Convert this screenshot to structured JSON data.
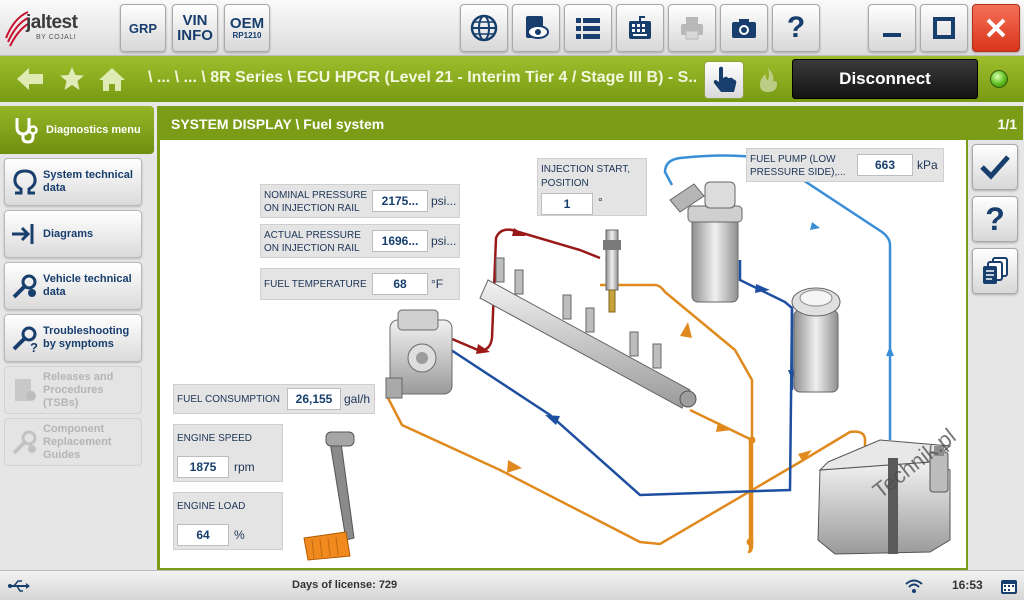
{
  "toolbar": {
    "logo_text": "jaltest",
    "logo_sub": "BY COJALI",
    "grp_label": "GRP",
    "vin_label_1": "VIN",
    "vin_label_2": "INFO",
    "oem_label_1": "OEM",
    "oem_label_2": "RP1210",
    "help_label": "?",
    "icons": [
      "globe-icon",
      "eye-icon",
      "list-icon",
      "keyboard-icon",
      "printer-icon",
      "camera-icon",
      "help-icon",
      "minimize-icon",
      "maximize-icon",
      "close-icon"
    ]
  },
  "nav": {
    "breadcrumb": "\\ ... \\ ... \\ 8R Series \\ ECU HPCR (Level 21 - Interim Tier 4 / Stage III B) - S...",
    "disconnect_label": "Disconnect",
    "status_led_color": "#5bbf1c"
  },
  "sidebar": {
    "items": [
      {
        "label": "Diagnostics menu",
        "active": true,
        "enabled": true,
        "icon": "stethoscope-icon"
      },
      {
        "label": "System technical data",
        "active": false,
        "enabled": true,
        "icon": "omega-icon"
      },
      {
        "label": "Diagrams",
        "active": false,
        "enabled": true,
        "icon": "diagram-symbol-icon"
      },
      {
        "label": "Vehicle technical data",
        "active": false,
        "enabled": true,
        "icon": "wrench-gear-icon"
      },
      {
        "label": "Troubleshooting by symptoms",
        "active": false,
        "enabled": true,
        "icon": "wrench-question-icon"
      },
      {
        "label": "Releases and Procedures (TSBs)",
        "active": false,
        "enabled": false,
        "icon": "document-gear-icon"
      },
      {
        "label": "Component Replacement Guides",
        "active": false,
        "enabled": false,
        "icon": "wrench-gear-icon"
      }
    ]
  },
  "panel": {
    "title": "SYSTEM DISPLAY \\ Fuel system",
    "page": "1/1"
  },
  "params": {
    "nominal_pressure": {
      "label_1": "NOMINAL PRESSURE",
      "label_2": "ON INJECTION RAIL",
      "value": "2175...",
      "unit": "psi..."
    },
    "actual_pressure": {
      "label_1": "ACTUAL PRESSURE",
      "label_2": "ON INJECTION RAIL",
      "value": "1696...",
      "unit": "psi..."
    },
    "fuel_temperature": {
      "label": "FUEL TEMPERATURE",
      "value": "68",
      "unit": "°F"
    },
    "injection_start": {
      "label_1": "INJECTION START,",
      "label_2": "POSITION",
      "value": "1",
      "unit": "°"
    },
    "fuel_pump": {
      "label_1": "FUEL PUMP (LOW",
      "label_2": "PRESSURE SIDE),...",
      "value": "663",
      "unit": "kPa"
    },
    "fuel_consumption": {
      "label": "FUEL CONSUMPTION",
      "value": "26,155",
      "unit": "gal/h"
    },
    "engine_speed": {
      "label": "ENGINE SPEED",
      "value": "1875",
      "unit": "rpm"
    },
    "engine_load": {
      "label": "ENGINE LOAD",
      "value": "64",
      "unit": "%"
    }
  },
  "colors": {
    "high_pressure_line": "#9a1a1a",
    "supply_line": "#1f4fa0",
    "return_line": "#e08a1e",
    "low_pressure_line": "#3a8ed6",
    "accent_green": "#7a9c16"
  },
  "statusbar": {
    "license_text": "Days of license: 729",
    "time": "16:53",
    "icons": [
      "usb-icon",
      "wifi-icon",
      "calendar-icon"
    ]
  },
  "watermark": "Technik.pl"
}
